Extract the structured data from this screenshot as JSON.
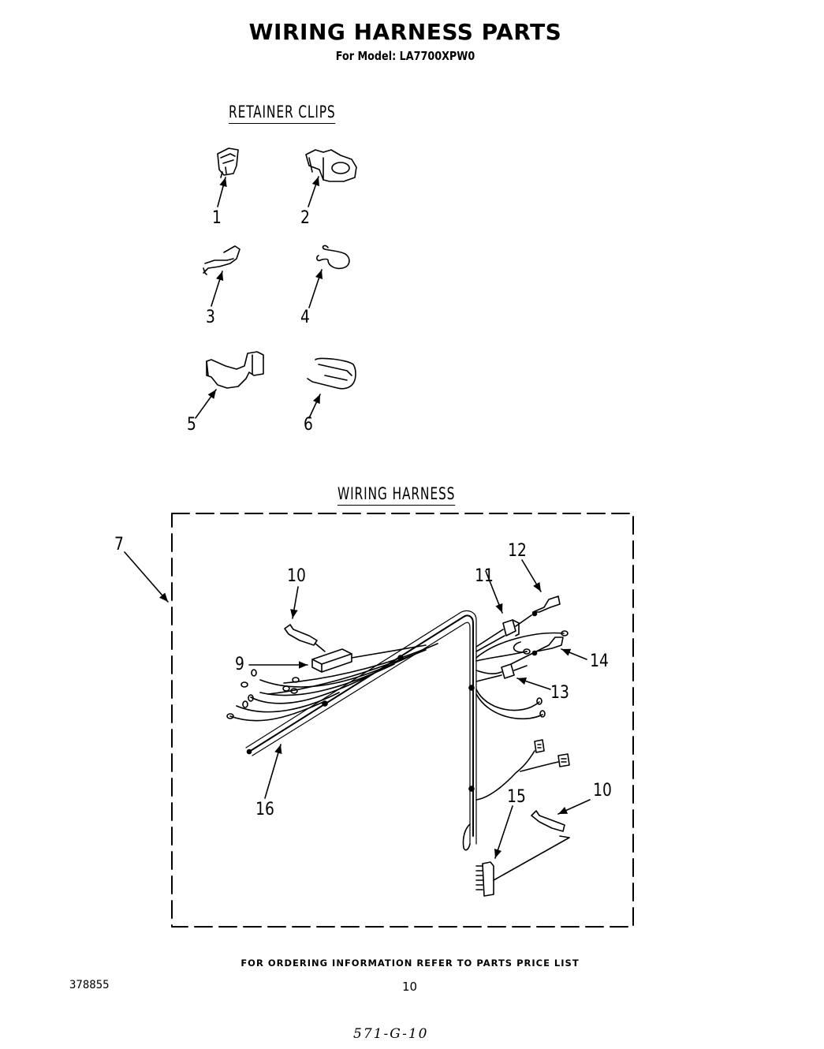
{
  "header": {
    "title": "WIRING HARNESS PARTS",
    "model_label": "For Model: LA7700XPW0"
  },
  "sections": {
    "retainer_clips": {
      "heading": "RETAINER CLIPS",
      "callouts": [
        "1",
        "2",
        "3",
        "4",
        "5",
        "6"
      ]
    },
    "wiring_harness": {
      "heading": "WIRING HARNESS",
      "callouts": {
        "assembly": "7",
        "block": "9",
        "terminal_top": "10",
        "terminal_bottom": "10",
        "connector_11": "11",
        "terminal_12": "12",
        "connector_13": "13",
        "terminal_14": "14",
        "connector_15": "15",
        "harness_16": "16"
      }
    }
  },
  "footer": {
    "ordering_note": "FOR ORDERING INFORMATION REFER TO PARTS PRICE LIST",
    "doc_number": "378855",
    "page_number": "10",
    "handwritten_code": "571-G-10"
  }
}
